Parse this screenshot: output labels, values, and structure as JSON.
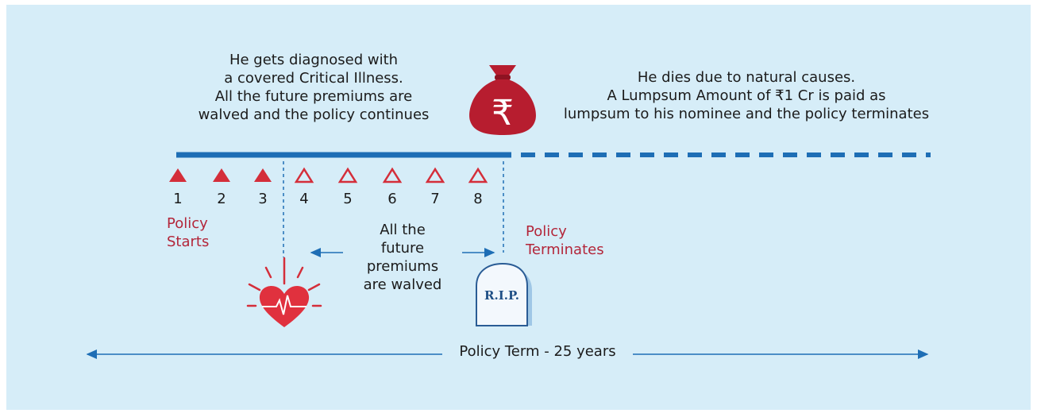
{
  "event_illness": {
    "lines": [
      "He gets diagnosed with",
      "a covered Critical Illness.",
      "All the future premiums are",
      "walved and the policy continues"
    ]
  },
  "event_death": {
    "lines": [
      "He dies due to natural causes.",
      "A Lumpsum Amount of ₹1 Cr is paid as",
      "lumpsum to his nominee and the policy terminates"
    ]
  },
  "premiums": {
    "paid": [
      "1",
      "2",
      "3"
    ],
    "waived": [
      "4",
      "5",
      "6",
      "7",
      "8"
    ]
  },
  "labels": {
    "policy_starts": [
      "Policy",
      "Starts"
    ],
    "policy_terminates": [
      "Policy",
      "Terminates"
    ],
    "waived_note": [
      "All the",
      "future",
      "premiums",
      "are walved"
    ],
    "policy_term": "Policy Term - 25 years",
    "rip": "R.I.P.",
    "currency_symbol": "₹"
  },
  "colors": {
    "background": "#d6edf8",
    "timeline_blue": "#1e6eb5",
    "accent_red": "#d42e3a",
    "label_red": "#b3263a"
  },
  "icons": [
    "money-bag-icon",
    "heart-icon",
    "tombstone-icon",
    "paid-premium-triangle-icon",
    "waived-premium-triangle-icon"
  ]
}
